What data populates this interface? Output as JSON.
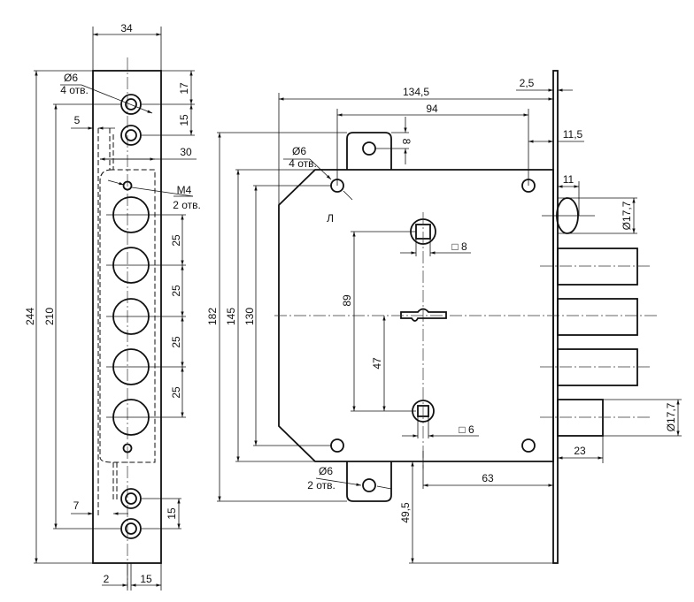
{
  "title": "Mortise lock dimensional drawing",
  "colors": {
    "line": "#111111",
    "background": "#ffffff"
  },
  "faceplate_view": {
    "dims": {
      "width": "34",
      "hole_top_offset": "17",
      "hole_spacing_top": "15",
      "hole_spacing_bottom": "15",
      "inner_offset_top": "5",
      "inner_offset_bottom": "7",
      "inner_width": "30",
      "cylinder_pitch": [
        "25",
        "25",
        "25",
        "25"
      ],
      "total_length": "244",
      "mount_hole_distance": "210",
      "bottom_left": "2",
      "bottom_right": "15"
    },
    "notes": {
      "mount_hole_dia": "Ø6",
      "mount_hole_count": "4 отв.",
      "thread_size": "M4",
      "thread_count": "2 отв."
    }
  },
  "body_view": {
    "dims": {
      "overall_depth": "134,5",
      "hole_spacing_h": "94",
      "faceplate_thickness": "2,5",
      "backset_margin": "11,5",
      "tab_height": "8",
      "latch_protrusion": "11",
      "latch_dia": "Ø17,7",
      "bolt_dia": "Ø17,7",
      "bolt_protrusion": "23",
      "height_outer": "182",
      "height_body": "145",
      "height_holes": "130",
      "spindle_distance": "89",
      "key_to_spindle": "47",
      "backset": "63",
      "bottom_offset": "49,5",
      "spindle_top_square": "□ 8",
      "spindle_bottom_square": "□ 6"
    },
    "notes": {
      "side_mark": "Л",
      "top_hole_dia": "Ø6",
      "top_hole_count": "4 отв.",
      "bottom_hole_dia": "Ø6",
      "bottom_hole_count": "2 отв."
    }
  }
}
